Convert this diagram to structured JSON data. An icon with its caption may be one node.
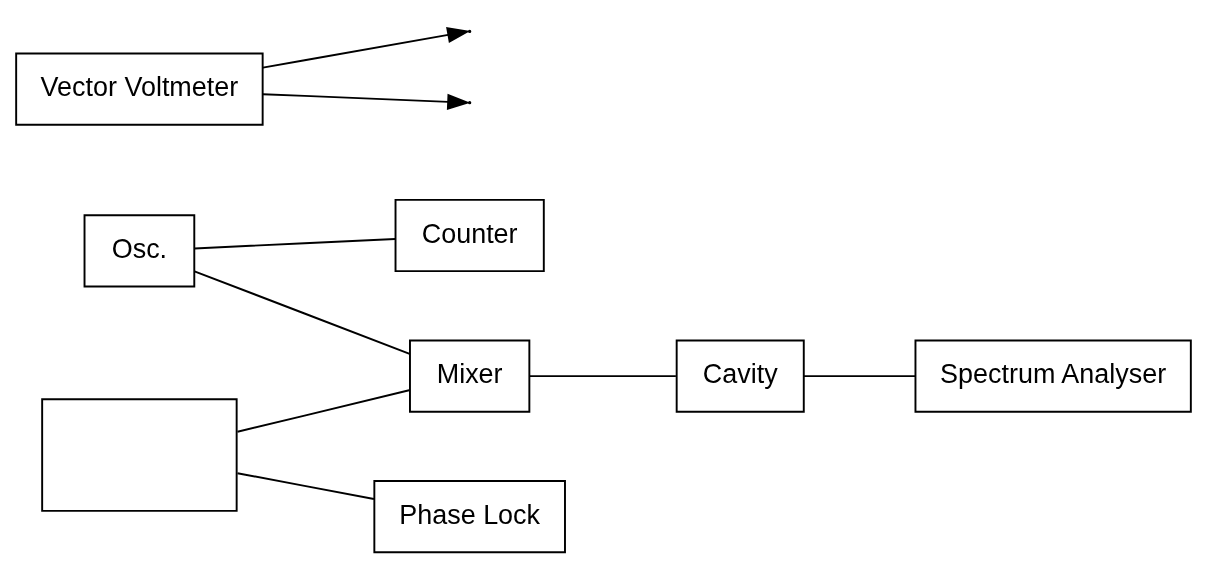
{
  "diagram": {
    "nodes": [
      {
        "text": [
          "Osc."
        ]
      },
      {
        "text": [
          "Mixer"
        ]
      },
      {
        "text": [
          "Cavity"
        ]
      },
      {
        "text": [
          "Spectrum Analyser"
        ]
      },
      {
        "text": [],
        "shape": "box"
      },
      {
        "text": [
          "Phase Lock"
        ]
      },
      {
        "text": [
          "Vector Voltmeter"
        ]
      },
      {
        "text": [
          "Counter"
        ]
      }
    ],
    "edges": [
      {
        "from": 0,
        "to": 1,
        "arrow": "none"
      },
      {
        "from": 0,
        "to": 7,
        "arrow": "none"
      },
      {
        "from": 4,
        "to": 1,
        "arrow": "none"
      },
      {
        "from": 1,
        "to": 2,
        "arrow": "none"
      },
      {
        "from": 2,
        "to": 3,
        "arrow": "none"
      },
      {
        "from": 6,
        "to": null,
        "arrow": "to"
      },
      {
        "from": 6,
        "to": null,
        "arrow": "to"
      },
      {
        "from": 4,
        "to": 5,
        "arrow": "none"
      }
    ]
  }
}
